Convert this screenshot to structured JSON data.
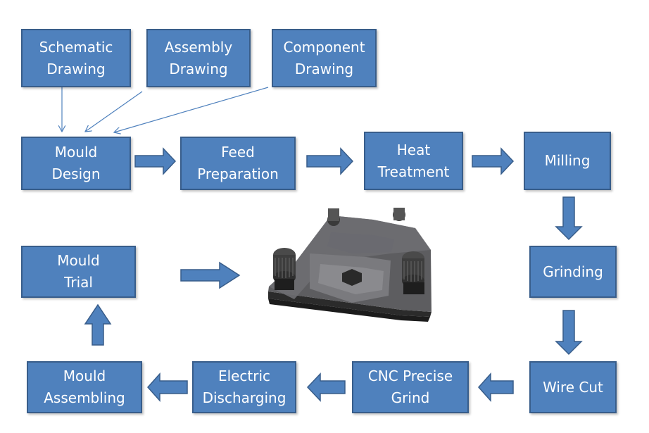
{
  "colors": {
    "box_fill": "#4f81bd",
    "box_border": "#385d8a",
    "text": "#ffffff",
    "connector": "#4f81bd"
  },
  "boxes": {
    "schematic_drawing": [
      "Schematic",
      "Drawing"
    ],
    "assembly_drawing": [
      "Assembly",
      "Drawing"
    ],
    "component_drawing": [
      "Component",
      "Drawing"
    ],
    "mould_design": [
      "Mould",
      "Design"
    ],
    "feed_preparation": [
      "Feed",
      "Preparation"
    ],
    "heat_treatment": [
      "Heat",
      "Treatment"
    ],
    "milling": [
      "Milling"
    ],
    "grinding": [
      "Grinding"
    ],
    "wire_cut": [
      "Wire Cut"
    ],
    "cnc_precise_grind": [
      "CNC Precise",
      "Grind"
    ],
    "electric_discharging": [
      "Electric",
      "Discharging"
    ],
    "mould_assembling": [
      "Mould",
      "Assembling"
    ],
    "mould_trial": [
      "Mould",
      "Trial"
    ]
  },
  "image": {
    "name": "stamping-die-photo"
  }
}
